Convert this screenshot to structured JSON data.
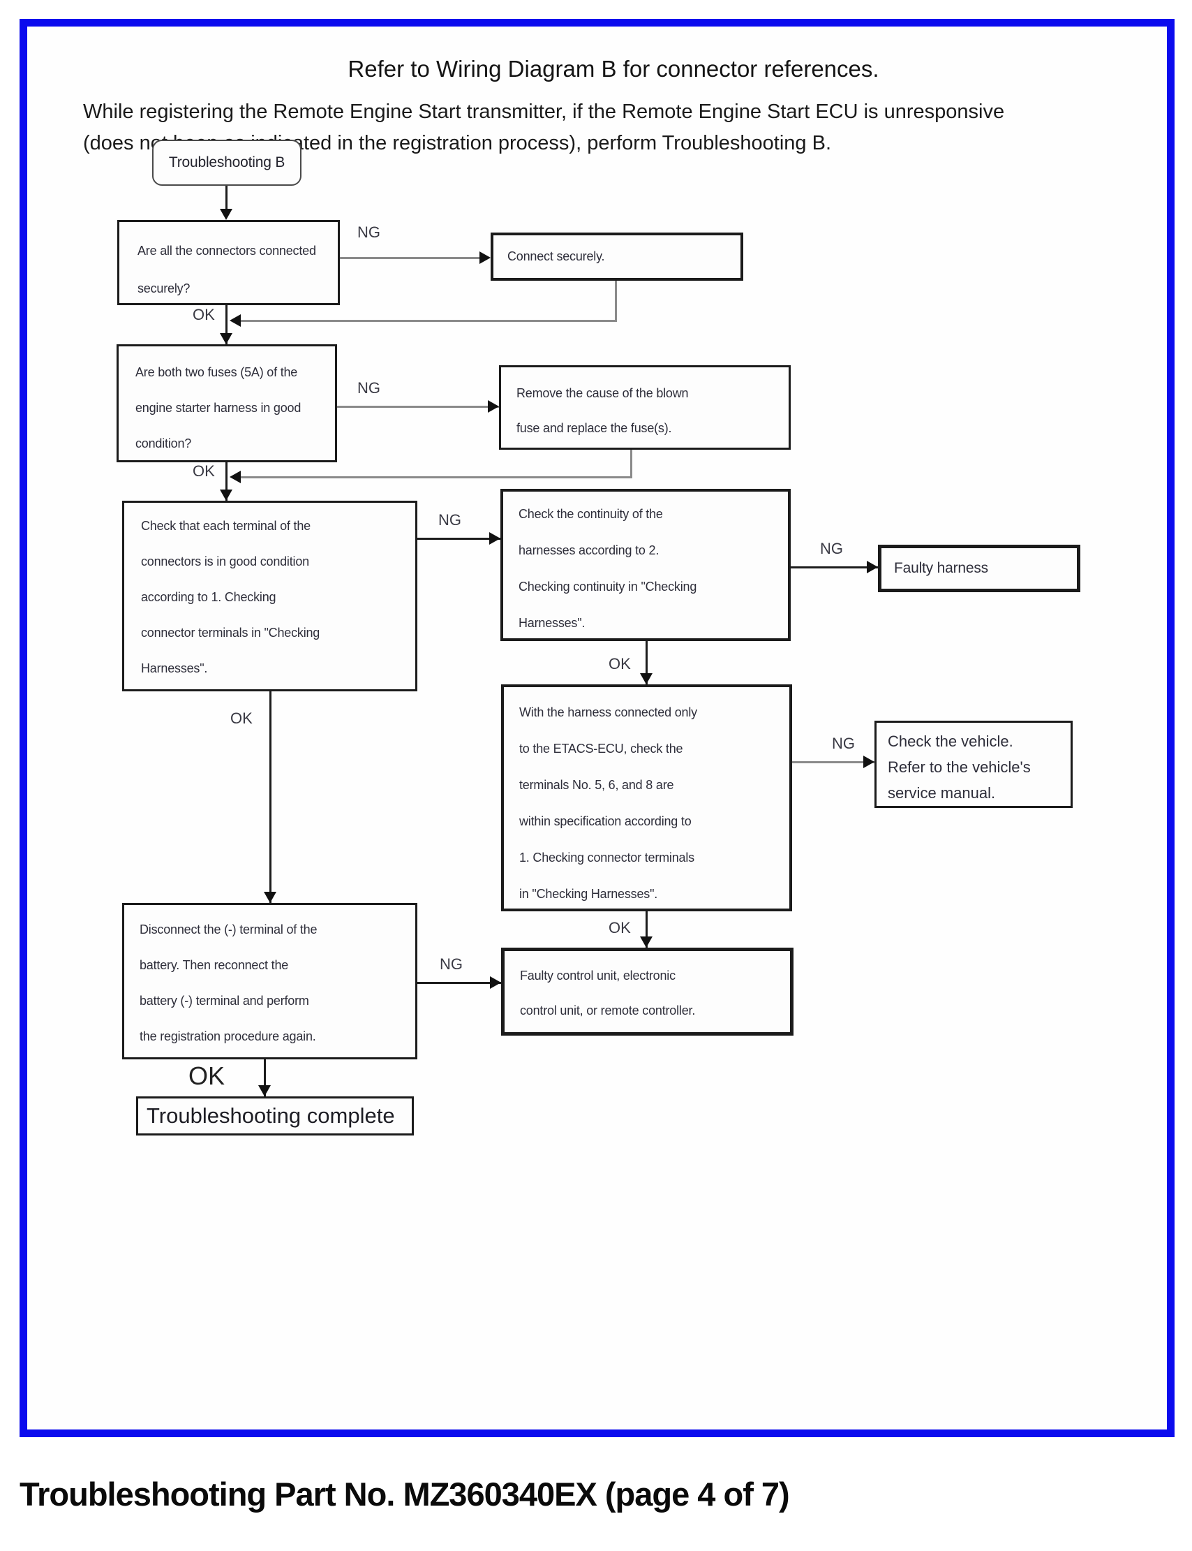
{
  "page": {
    "title": "Refer to Wiring Diagram B for connector references.",
    "intro": [
      "While registering the Remote Engine Start transmitter, if the Remote Engine Start ECU is unresponsive",
      "(does not beep as indicated in the registration process), perform Troubleshooting B."
    ],
    "footer": "Troubleshooting Part No. MZ360340EX (page 4 of 7)"
  },
  "labels": {
    "ok": "OK",
    "ng": "NG"
  },
  "colors": {
    "frame_blue": "#0b0bee",
    "line_gray": "#8a8a8a",
    "line_black": "#1c1c1c"
  },
  "flowchart": {
    "start": "Troubleshooting B",
    "q_connectors": [
      "Are all the connectors connected",
      "securely?"
    ],
    "a_connect": [
      "Connect securely."
    ],
    "q_fuses": [
      "Are both two fuses (5A) of the",
      "engine starter harness in good",
      "condition?"
    ],
    "a_fuse": [
      "Remove the cause of the blown",
      "fuse and replace the fuse(s)."
    ],
    "q_terminals": [
      "Check that each terminal of the",
      "connectors is in good condition",
      "according to 1. Checking",
      "connector terminals in \"Checking",
      "Harnesses\"."
    ],
    "q_continuity": [
      "Check the continuity of the",
      "harnesses according to 2.",
      "Checking continuity in \"Checking",
      "Harnesses\"."
    ],
    "t_faulty_harness": "Faulty harness",
    "q_etacs": [
      "With the harness connected only",
      "to the ETACS-ECU, check the",
      "terminals No. 5, 6, and 8 are",
      "within specification according to",
      "1. Checking connector terminals",
      "in \"Checking Harnesses\"."
    ],
    "t_vehicle": [
      "Check the vehicle.",
      "Refer to the vehicle's",
      "service manual."
    ],
    "q_battery": [
      "Disconnect the (-) terminal of the",
      "battery. Then reconnect the",
      "battery (-) terminal and perform",
      "the registration procedure again."
    ],
    "t_faulty_unit": [
      "Faulty control unit, electronic",
      "control unit, or remote controller."
    ],
    "end": "Troubleshooting complete"
  },
  "edges": [
    {
      "from": "start",
      "to": "q_connectors",
      "label": ""
    },
    {
      "from": "q_connectors",
      "to": "a_connect",
      "label": "NG"
    },
    {
      "from": "q_connectors",
      "to": "q_fuses",
      "label": "OK"
    },
    {
      "from": "a_connect",
      "to": "q_fuses",
      "label": ""
    },
    {
      "from": "q_fuses",
      "to": "a_fuse",
      "label": "NG"
    },
    {
      "from": "q_fuses",
      "to": "q_terminals",
      "label": "OK"
    },
    {
      "from": "a_fuse",
      "to": "q_terminals",
      "label": ""
    },
    {
      "from": "q_terminals",
      "to": "q_continuity",
      "label": "NG"
    },
    {
      "from": "q_terminals",
      "to": "q_battery",
      "label": "OK"
    },
    {
      "from": "q_continuity",
      "to": "t_faulty_harness",
      "label": "NG"
    },
    {
      "from": "q_continuity",
      "to": "q_etacs",
      "label": "OK"
    },
    {
      "from": "q_etacs",
      "to": "t_vehicle",
      "label": "NG"
    },
    {
      "from": "q_etacs",
      "to": "t_faulty_unit",
      "label": "OK"
    },
    {
      "from": "q_battery",
      "to": "t_faulty_unit",
      "label": "NG"
    },
    {
      "from": "q_battery",
      "to": "end",
      "label": "OK"
    }
  ]
}
